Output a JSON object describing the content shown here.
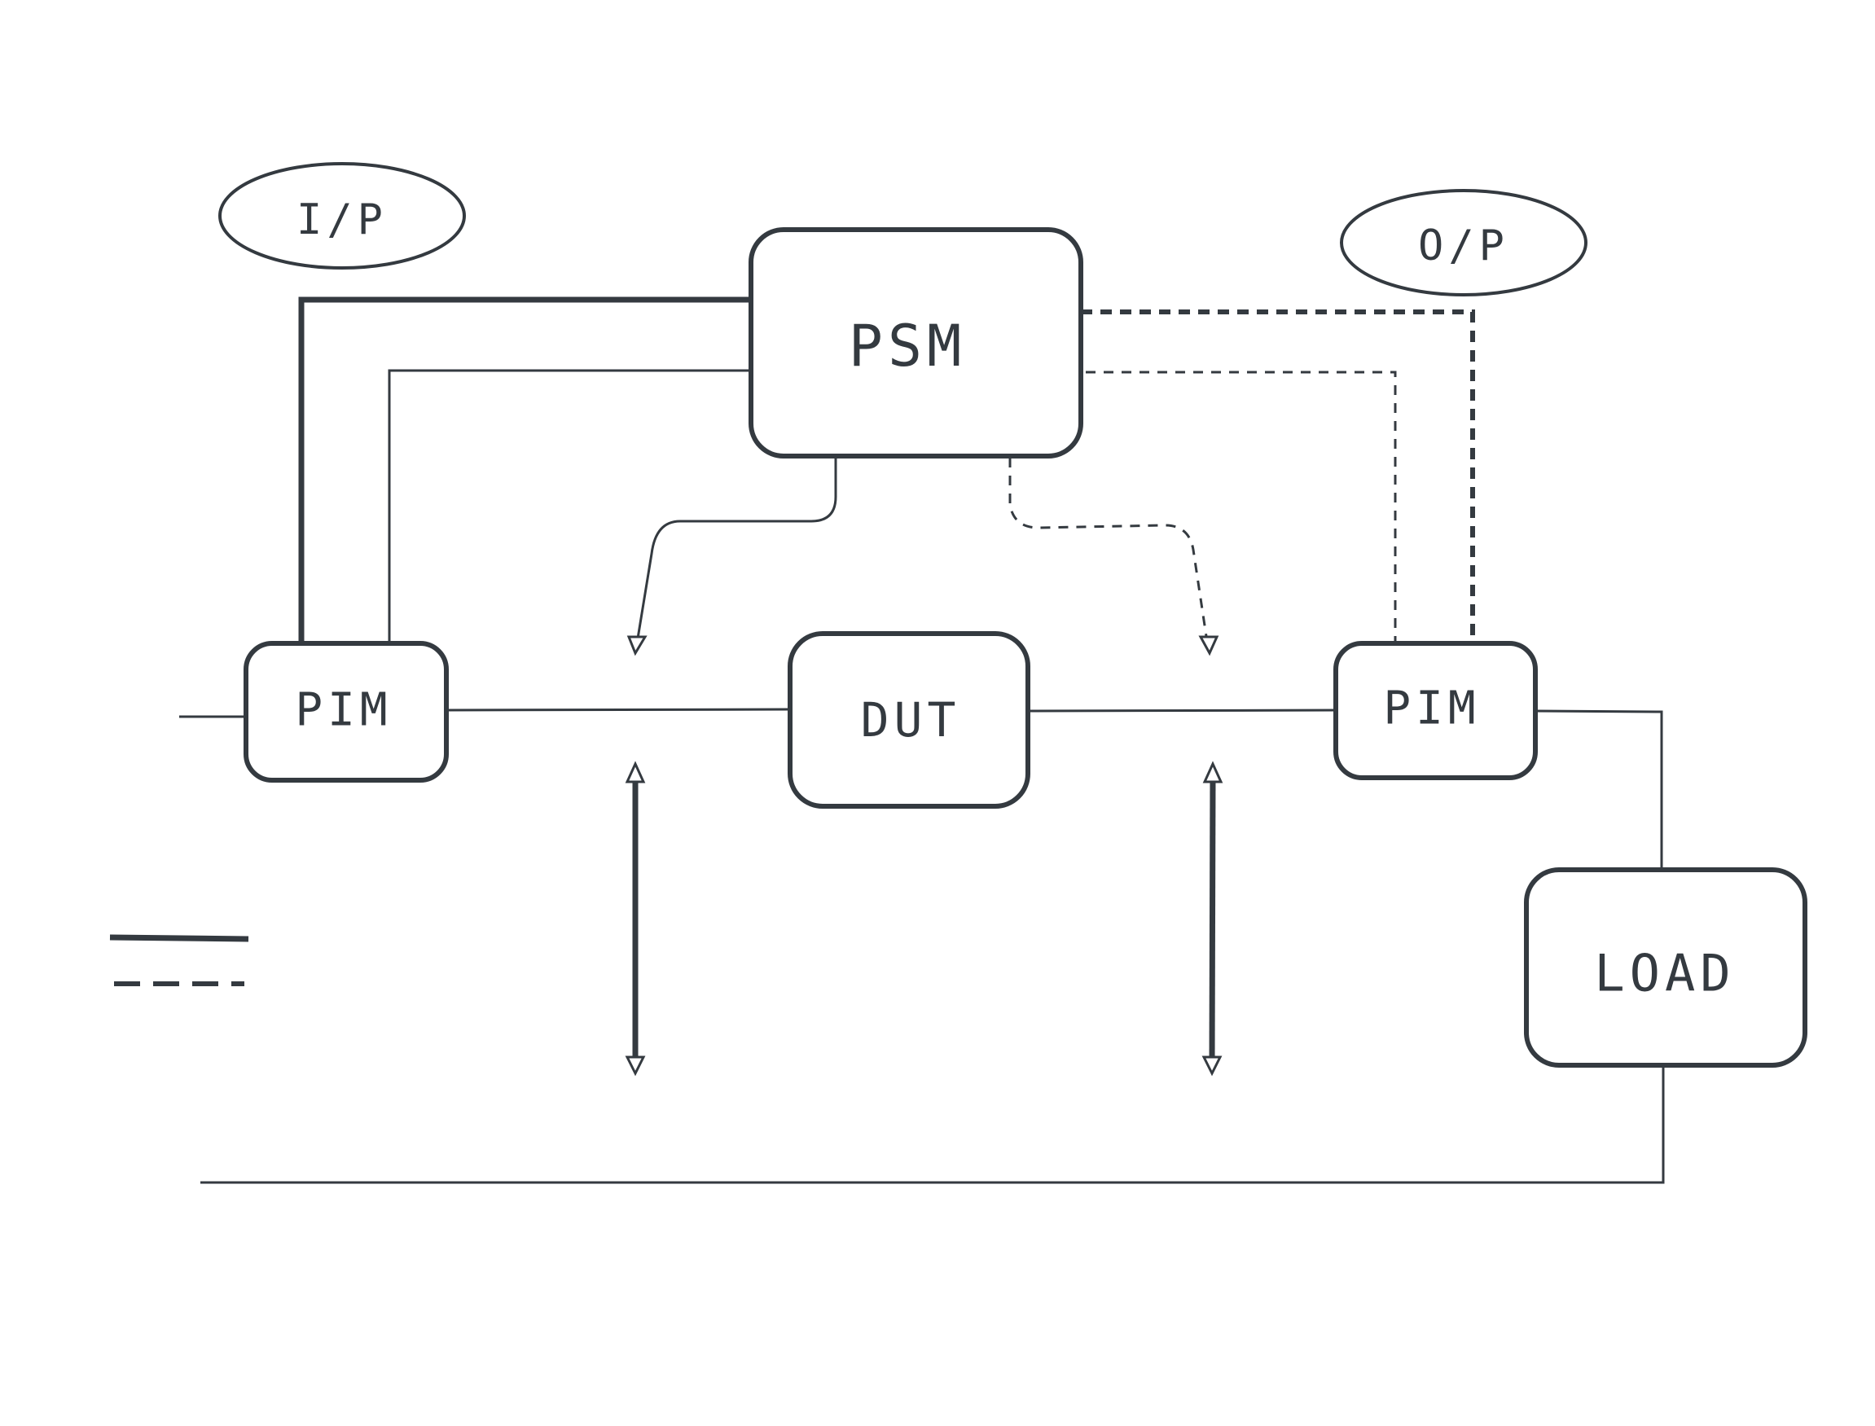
{
  "nodes": {
    "ip": {
      "label": "I/P"
    },
    "op": {
      "label": "O/P"
    },
    "psm": {
      "label": "PSM"
    },
    "pim_left": {
      "label": "PIM"
    },
    "dut": {
      "label": "DUT"
    },
    "pim_right": {
      "label": "PIM"
    },
    "load": {
      "label": "LOAD"
    }
  },
  "colors": {
    "stroke": "#343a40",
    "background": "#ffffff"
  }
}
